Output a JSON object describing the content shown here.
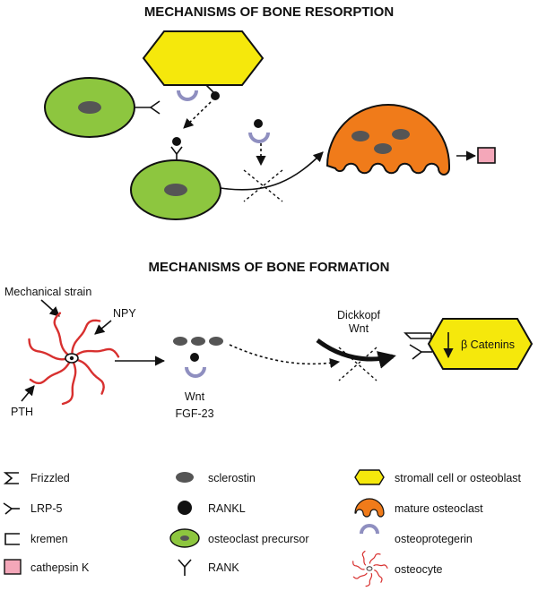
{
  "resorption": {
    "title": "MECHANISMS OF BONE RESORPTION"
  },
  "formation": {
    "title": "MECHANISMS OF BONE FORMATION",
    "labels": {
      "mechanical_strain": "Mechanical strain",
      "npy": "NPY",
      "pth": "PTH",
      "wnt": "Wnt",
      "fgf23": "FGF-23",
      "dickkopf": "Dickkopf",
      "wnt_inhibitor": "Wnt",
      "catenins": "β Catenins"
    }
  },
  "legend": {
    "frizzled": "Frizzled",
    "lrp5": "LRP-5",
    "kremen": "kremen",
    "cathepsin": "cathepsin K",
    "sclerostin": "sclerostin",
    "rankl": "RANKL",
    "precursor": "osteoclast precursor",
    "rank": "RANK",
    "stromal": "stromall cell or osteoblast",
    "osteoclast": "mature osteoclast",
    "opg": "osteoprotegerin",
    "osteocyte": "osteocyte"
  },
  "colors": {
    "yellow": "#f5e80c",
    "green": "#8dc63f",
    "orange": "#f07b1a",
    "pink": "#f4a7b9",
    "purple": "#8f8fc0",
    "red": "#d8302f",
    "grey": "#555555"
  }
}
